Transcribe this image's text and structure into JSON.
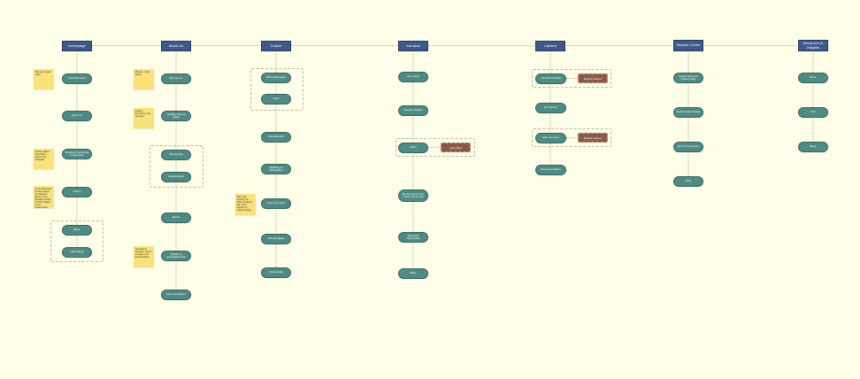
{
  "sections": {
    "homepage": "Homepage",
    "about": "About Us",
    "culture": "Culture",
    "inclusion": "Inclusion",
    "careers": "Careers",
    "student": "Student Corner",
    "newsroom": "Newsroom & Insights"
  },
  "homepage": {
    "n1": "Hero/Vibe video",
    "n2": "About Us",
    "n3": "Snapshot (hover/click reveal card)",
    "n4": "Culture",
    "n5": "Blogs",
    "n6": "Latest Blogs"
  },
  "about": {
    "n1": "Who are we",
    "n2": "Guiding Cultural Goals",
    "n3": "Partnerships",
    "n4": "Awards/Ranks",
    "n5": "Events",
    "n6": "Timeline of accomplishments",
    "n7": "Meet our leaders"
  },
  "culture": {
    "n1": "Mini-reels/images",
    "n2": "Video",
    "n3": "Perks/Benefits",
    "n4": "Wellbeing & Recognition",
    "n5": "Voice from CEO",
    "n6": "Cultural Gallery",
    "n7": "Testimonials"
  },
  "inclusion": {
    "n1": "Our pursuit",
    "n2": "Inclusion Awards",
    "n3": "Pillars",
    "n4": "Learn More",
    "n5": "We are proud of our culture. We do this",
    "n6": "Employee Testimonials",
    "n7": "Blogs"
  },
  "careers": {
    "n1": "Job Search Portal",
    "n2": "Explore Careers",
    "n3": "Recruitment",
    "n4": "Hear our teams",
    "n5": "Explore Careers",
    "n6": "Interview guidance"
  },
  "student": {
    "n1": "Student Stories & Student blogs",
    "n2": "Student Opportunities",
    "n3": "Alumni Connections",
    "n4": "FAQs"
  },
  "newsroom": {
    "n1": "Press",
    "n2": "Tech",
    "n3": "Blogs"
  },
  "notes": {
    "home1": "This has reveal video",
    "home2": "Stories added. Information about to be changed",
    "home3": "To be discussed. Content about our Designs: Blogs on our lifestyle, People content related to our professional",
    "about1": "Mission, vision, values",
    "about2": "Guiding Pinnacles to be changed",
    "about3": "Year based Timeline. Check out past most accomplished",
    "culture1": "Take note, spotting our culture aspects with short aspects of people behind"
  }
}
